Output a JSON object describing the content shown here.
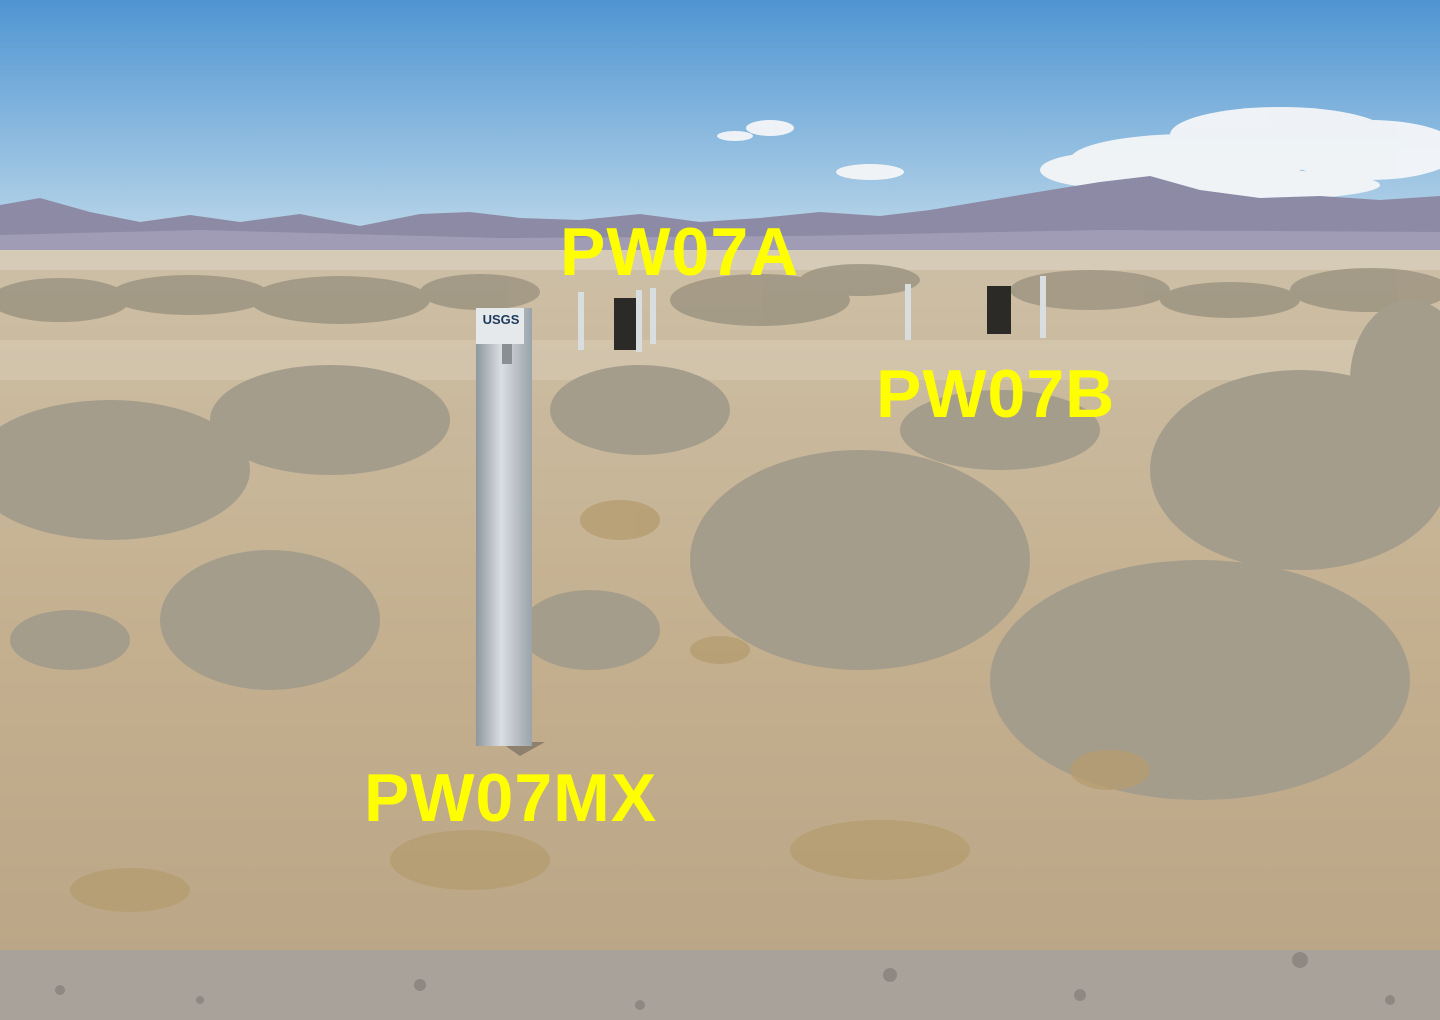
{
  "labels": {
    "well_a": "PW07A",
    "well_b": "PW07B",
    "well_mx": "PW07MX"
  },
  "sign": {
    "text": "USGS"
  },
  "colors": {
    "label": "#ffff00",
    "sky_top": "#4f9ad6",
    "sky_bottom": "#bcd7e8",
    "mountains": "#8a8aa8",
    "ground": "#c8b598",
    "post": "#b9c2c8"
  }
}
